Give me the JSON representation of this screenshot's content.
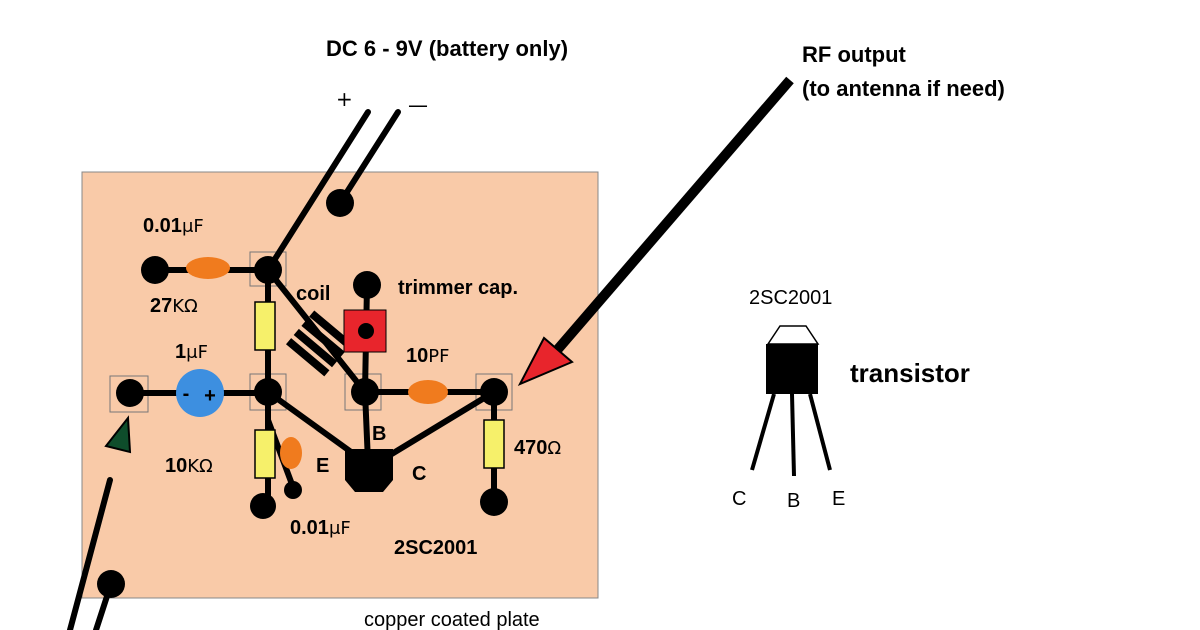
{
  "power": {
    "label": "DC  6 - 9V (battery only)",
    "plus": "+",
    "minus": "—"
  },
  "rf_output": {
    "line1": "RF output",
    "line2": "(to antenna if need)"
  },
  "components": {
    "cap_top_value": "0.01",
    "cap_top_unit": "μF",
    "res_27k_value": "27",
    "res_27k_unit": "KΩ",
    "coil": "coil",
    "trimmer": "trimmer cap.",
    "cap_1uf_value": "1",
    "cap_1uf_unit": "μF",
    "cap_1uf_minus": "-",
    "cap_1uf_plus": "+",
    "cap_10pf_value": "10",
    "cap_10pf_unit": "PF",
    "res_10k_value": "10",
    "res_10k_unit": "KΩ",
    "res_470_value": "470",
    "res_470_unit": "Ω",
    "cap_bottom_value": "0.01",
    "cap_bottom_unit": "μF",
    "pin_b": "B",
    "pin_c": "C",
    "pin_e": "E",
    "transistor_model": "2SC2001"
  },
  "board": {
    "label": "copper coated plate",
    "color": "#f9caa8"
  },
  "pinout": {
    "model": "2SC2001",
    "title": "transistor",
    "pins": [
      "C",
      "B",
      "E"
    ]
  },
  "colors": {
    "resistor": "#f6f06a",
    "capacitor": "#f07b1e",
    "electrolytic": "#3d8fe0",
    "trimmer": "#e8252c",
    "rf_arrow": "#e8252c",
    "input_arrow": "#0e4d2b"
  }
}
